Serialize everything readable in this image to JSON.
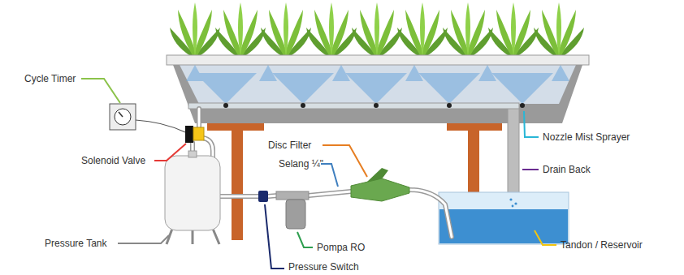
{
  "diagram": {
    "labels": [
      "Cycle Timer",
      "Solenoid Valve",
      "Pressure Tank",
      "Disc Filter",
      "Selang ¼\"",
      "Pompa RO",
      "Pressure Switch",
      "Nozzle Mist Sprayer",
      "Drain Back",
      "Tandon / Reservoir"
    ]
  }
}
